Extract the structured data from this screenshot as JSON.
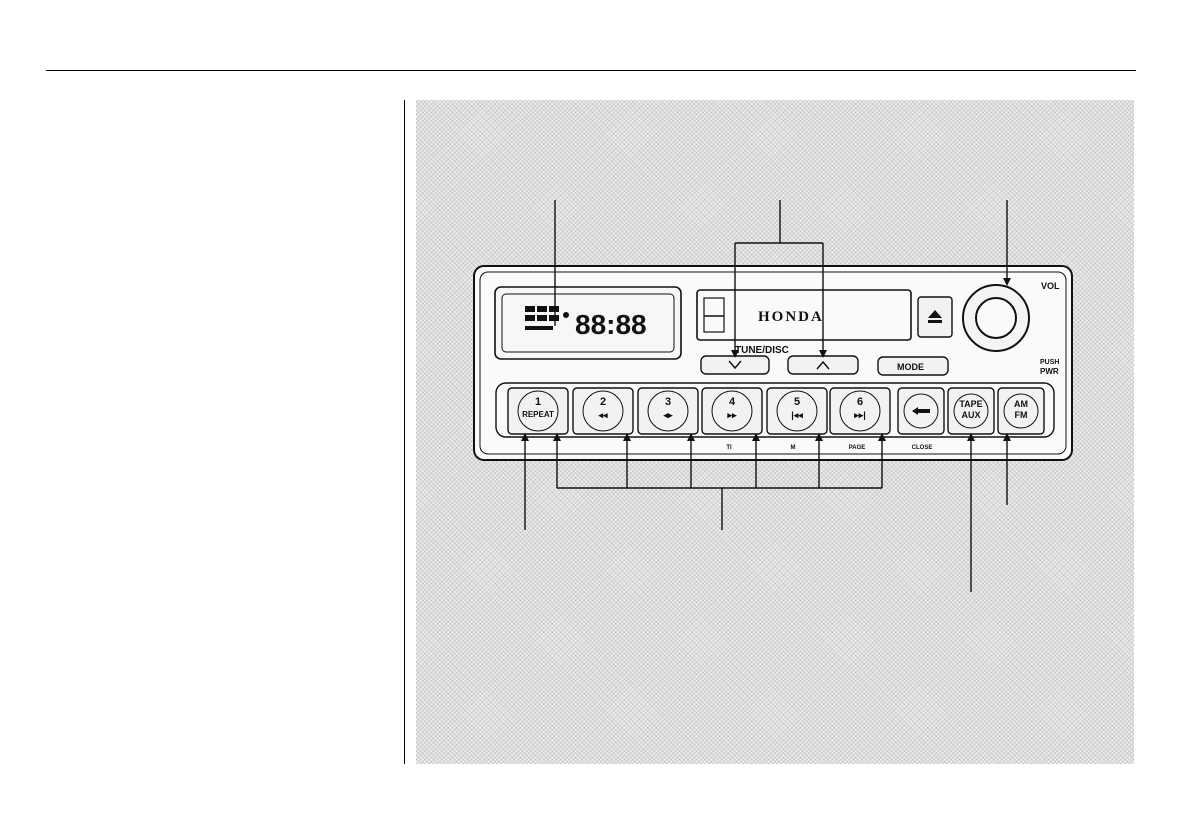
{
  "unit": {
    "brand": "HONDA",
    "tune_label": "TUNE/DISC",
    "mode_label": "MODE",
    "vol_label": "VOL",
    "push_label": "PUSH",
    "pwr_label": "PWR",
    "display_digits": "88:88",
    "close_label": "CLOSE",
    "presets": [
      {
        "num": "1",
        "sub": "REPEAT",
        "below": ""
      },
      {
        "num": "2",
        "sub": "◂◂",
        "below": ""
      },
      {
        "num": "3",
        "sub": "◂▸",
        "below": ""
      },
      {
        "num": "4",
        "sub": "▸▸",
        "below": "TI"
      },
      {
        "num": "5",
        "sub": "|◂◂",
        "below": "M"
      },
      {
        "num": "6",
        "sub": "▸▸|",
        "below": "PAGE"
      }
    ],
    "tape_aux": {
      "line1": "TAPE",
      "line2": "AUX"
    },
    "am_fm": {
      "line1": "AM",
      "line2": "FM"
    }
  },
  "colors": {
    "ink": "#111111",
    "panel": "#ececec",
    "button": "#f2f2f2"
  }
}
